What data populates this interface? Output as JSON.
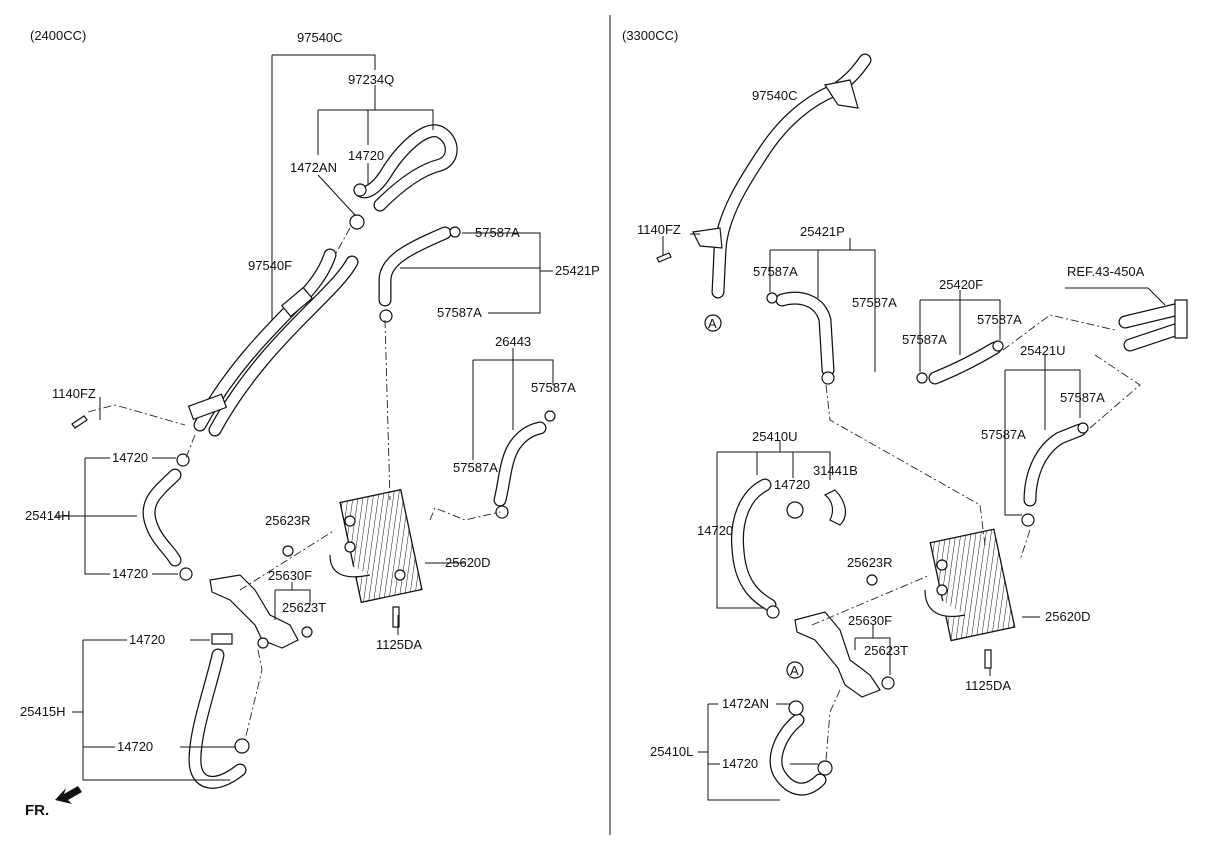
{
  "left": {
    "title": "(2400CC)",
    "labels": [
      "97540C",
      "97234Q",
      "1472AN",
      "14720",
      "97540F",
      "57587A",
      "25421P",
      "57587A",
      "26443",
      "57587A",
      "1140FZ",
      "14720",
      "25414H",
      "25623R",
      "57587A",
      "25620D",
      "14720",
      "25630F",
      "25623T",
      "1125DA",
      "14720",
      "25415H",
      "14720"
    ],
    "front_label": "FR."
  },
  "right": {
    "title": "(3300CC)",
    "labels": [
      "97540C",
      "1140FZ",
      "25421P",
      "57587A",
      "57587A",
      "25420F",
      "REF.43-450A",
      "57587A",
      "57587A",
      "25421U",
      "57587A",
      "57587A",
      "25410U",
      "14720",
      "31441B",
      "14720",
      "25623R",
      "25620D",
      "25630F",
      "25623T",
      "1125DA",
      "1472AN",
      "25410L",
      "14720"
    ],
    "connector_marks": [
      "A",
      "A"
    ]
  }
}
